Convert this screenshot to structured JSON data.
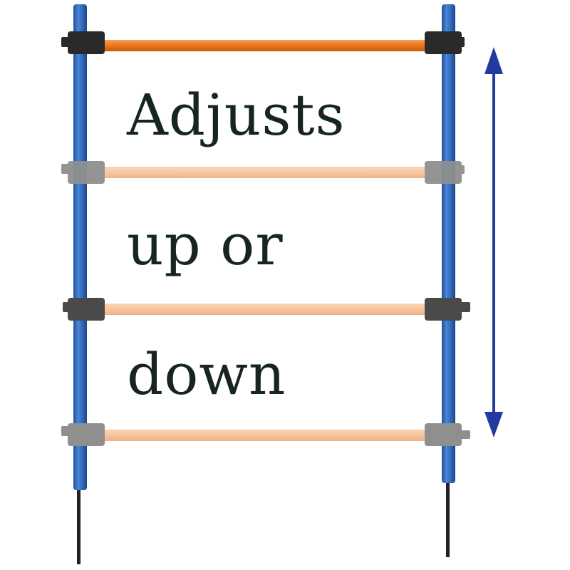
{
  "caption": {
    "line1": "Adjusts",
    "line2": "up or",
    "line3": "down"
  },
  "colors": {
    "pole_blue": "#2f66b8",
    "bar_orange": "#f0771f",
    "bar_orange_faded": "#f8c49c",
    "clamp_dark": "#2a2a2a",
    "clamp_faded": "#8f8f8f",
    "stake": "#222222",
    "arrow": "#243aa0",
    "text": "#17261d"
  },
  "bars": [
    {
      "name": "top-crossbar",
      "state": "current"
    },
    {
      "name": "crossbar-position-2",
      "state": "ghost"
    },
    {
      "name": "crossbar-position-3",
      "state": "ghost-dark-clamps"
    },
    {
      "name": "crossbar-position-4",
      "state": "ghost"
    }
  ]
}
